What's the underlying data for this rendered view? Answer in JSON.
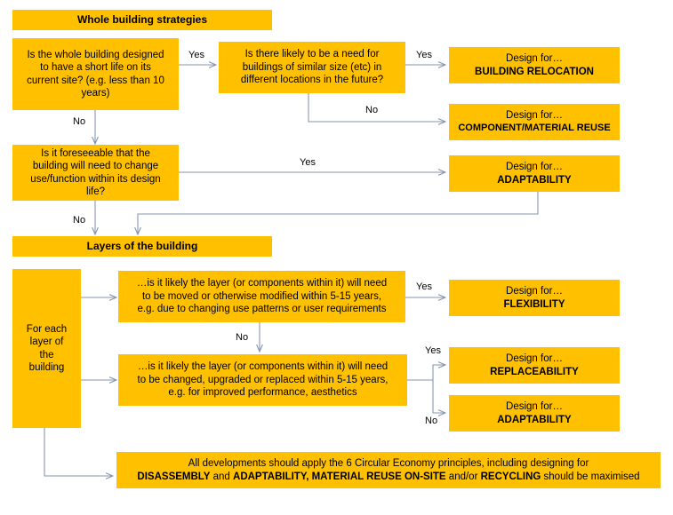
{
  "diagram": {
    "title": "Circular economy design decision flowchart",
    "colors": {
      "box_fill": "#FFC000",
      "connector": "#8496B0",
      "text": "#000000",
      "background": "#FFFFFF"
    },
    "section_headers": [
      {
        "id": "whole-building",
        "label": "Whole building strategies"
      },
      {
        "id": "layers",
        "label": "Layers of the building"
      }
    ],
    "questions": {
      "q1": {
        "lines": [
          "Is the whole building designed",
          "to have a short life on its",
          "current site? (e.g. less than 10",
          "years)"
        ]
      },
      "q2": {
        "lines": [
          "Is there likely to be a need for",
          "buildings of similar size (etc) in",
          "different locations in the future?"
        ]
      },
      "q3": {
        "lines": [
          "Is it foreseeable that the",
          "building will need to change",
          "use/function within its design",
          "life?"
        ]
      },
      "q4": {
        "lines": [
          "…is it likely the layer (or components within it) will need",
          "to be moved or otherwise modified within 5-15 years,",
          "e.g. due to changing use patterns or user requirements"
        ]
      },
      "q5": {
        "lines": [
          "…is it likely the layer (or components within it) will need",
          "to be changed, upgraded or replaced within 5-15 years,",
          "e.g. for improved performance, aesthetics"
        ]
      }
    },
    "loop_box": {
      "lines": [
        "For each",
        "layer of",
        "the",
        "building"
      ]
    },
    "outcomes": [
      {
        "id": "relocation",
        "prefix": "Design for…",
        "name": "BUILDING RELOCATION"
      },
      {
        "id": "component-reuse",
        "prefix": "Design for…",
        "name": "COMPONENT/MATERIAL REUSE"
      },
      {
        "id": "adaptability-1",
        "prefix": "Design for…",
        "name": "ADAPTABILITY"
      },
      {
        "id": "flexibility",
        "prefix": "Design for…",
        "name": "FLEXIBILITY"
      },
      {
        "id": "replaceability",
        "prefix": "Design for…",
        "name": "REPLACEABILITY"
      },
      {
        "id": "adaptability-2",
        "prefix": "Design for…",
        "name": "ADAPTABILITY"
      }
    ],
    "edge_labels": {
      "q1_yes": "Yes",
      "q1_no": "No",
      "q2_yes": "Yes",
      "q2_no": "No",
      "q3_yes": "Yes",
      "q3_no": "No",
      "q4_yes": "Yes",
      "q4_no": "No",
      "q5_yes": "Yes",
      "q5_no": "No"
    },
    "footer_note": {
      "line1_a": "All developments should apply the 6 Circular Economy principles, including designing for",
      "line2_a": "DISASSEMBLY",
      "line2_b": " and ",
      "line2_c": "ADAPTABILITY, MATERIAL REUSE ON-SITE",
      "line2_d": " and/or ",
      "line2_e": "RECYCLING",
      "line2_f": " should be maximised"
    }
  }
}
